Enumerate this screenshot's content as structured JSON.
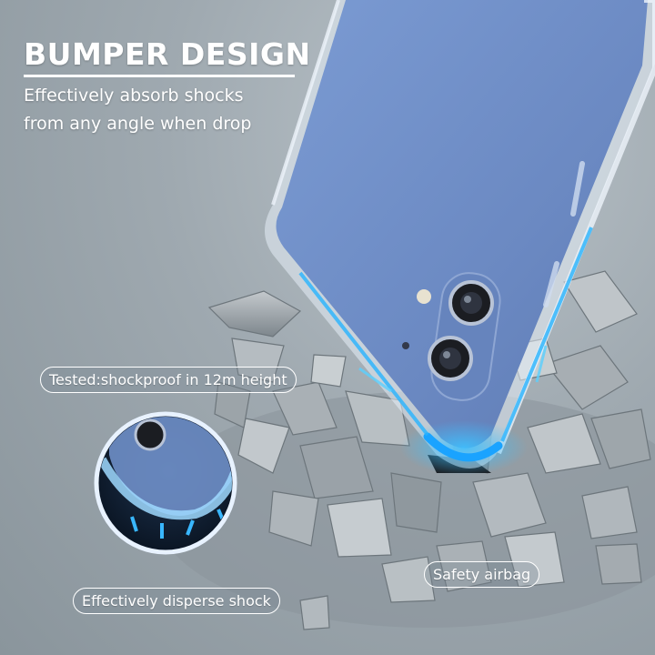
{
  "headline": "BUMPER DESIGN",
  "subtitle": "Effectively absorb shocks from any angle when drop",
  "callouts": {
    "tested": "Tested:shockproof in 12m height",
    "airbag": "Safety airbag",
    "disperse": "Effectively disperse shock"
  },
  "colors": {
    "background": "#9fa9b0",
    "phone_body": "#6f8fc8",
    "case_edge": "#dfe8f5",
    "impact_glow": "#1aa3ff",
    "text": "#ffffff"
  }
}
